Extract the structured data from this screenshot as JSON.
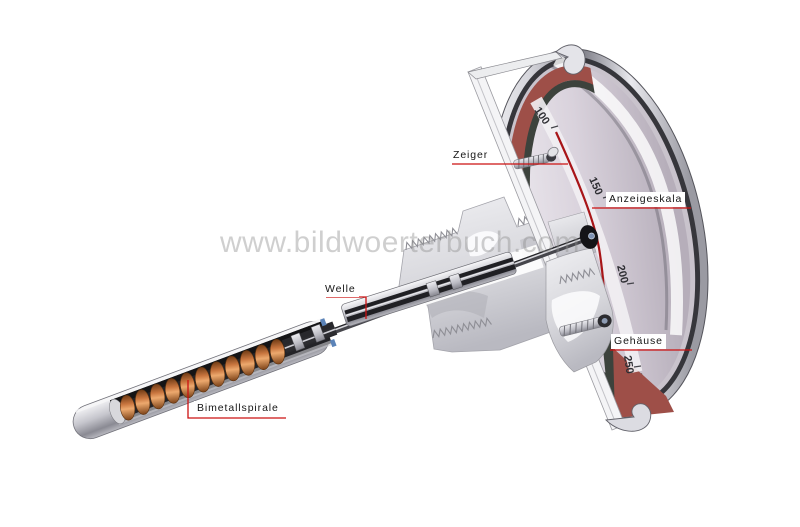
{
  "watermark": {
    "text": "www.bildwoerterbuch.com"
  },
  "labels": {
    "zeiger": "Zeiger",
    "anzeigeskala": "Anzeigeskala",
    "gehaeuse": "Gehäuse",
    "welle": "Welle",
    "bimetallspirale": "Bimetallspirale"
  },
  "dial": {
    "scale_values": [
      "100",
      "150",
      "200",
      "250"
    ]
  },
  "colors": {
    "leader_line_red": "#cc1111",
    "pointer_red": "#a81518",
    "case_band_maroon": "#9e4f48",
    "case_band_charcoal": "#3c423c",
    "spiral_copper": "#c0703a"
  }
}
